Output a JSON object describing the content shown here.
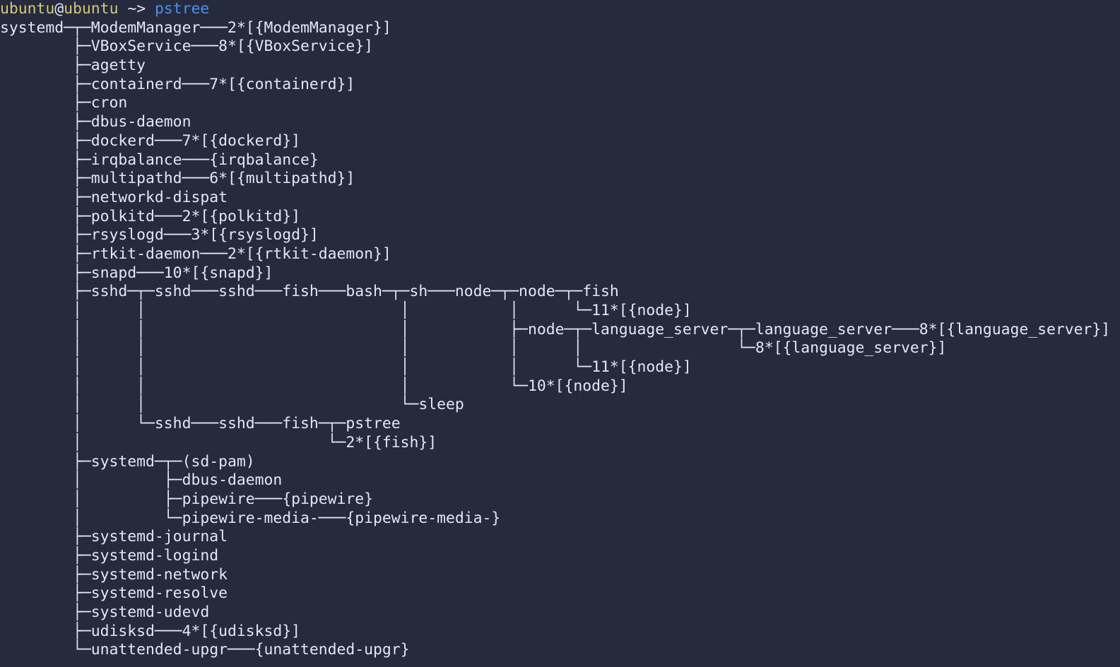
{
  "colors": {
    "background": "#252a3d",
    "foreground": "#e3e6f4",
    "prompt_user_host": "#d7c878",
    "command": "#4f8fea"
  },
  "prompt": {
    "user": "ubuntu",
    "at": "@",
    "host": "ubuntu",
    "cwd": " ~> ",
    "command": "pstree"
  },
  "output_lines": [
    "systemd─┬─ModemManager───2*[{ModemManager}]",
    "        ├─VBoxService───8*[{VBoxService}]",
    "        ├─agetty",
    "        ├─containerd───7*[{containerd}]",
    "        ├─cron",
    "        ├─dbus-daemon",
    "        ├─dockerd───7*[{dockerd}]",
    "        ├─irqbalance───{irqbalance}",
    "        ├─multipathd───6*[{multipathd}]",
    "        ├─networkd-dispat",
    "        ├─polkitd───2*[{polkitd}]",
    "        ├─rsyslogd───3*[{rsyslogd}]",
    "        ├─rtkit-daemon───2*[{rtkit-daemon}]",
    "        ├─snapd───10*[{snapd}]",
    "        ├─sshd─┬─sshd───sshd───fish───bash─┬─sh───node─┬─node─┬─fish",
    "        │      │                            │           │      └─11*[{node}]",
    "        │      │                            │           ├─node─┬─language_server─┬─language_server───8*[{language_server}]",
    "        │      │                            │           │      │                 └─8*[{language_server}]",
    "        │      │                            │           │      └─11*[{node}]",
    "        │      │                            │           └─10*[{node}]",
    "        │      │                            └─sleep",
    "        │      └─sshd───sshd───fish─┬─pstree",
    "        │                           └─2*[{fish}]",
    "        ├─systemd─┬─(sd-pam)",
    "        │         ├─dbus-daemon",
    "        │         ├─pipewire───{pipewire}",
    "        │         └─pipewire-media-───{pipewire-media-}",
    "        ├─systemd-journal",
    "        ├─systemd-logind",
    "        ├─systemd-network",
    "        ├─systemd-resolve",
    "        ├─systemd-udevd",
    "        ├─udisksd───4*[{udisksd}]",
    "        └─unattended-upgr───{unattended-upgr}"
  ]
}
